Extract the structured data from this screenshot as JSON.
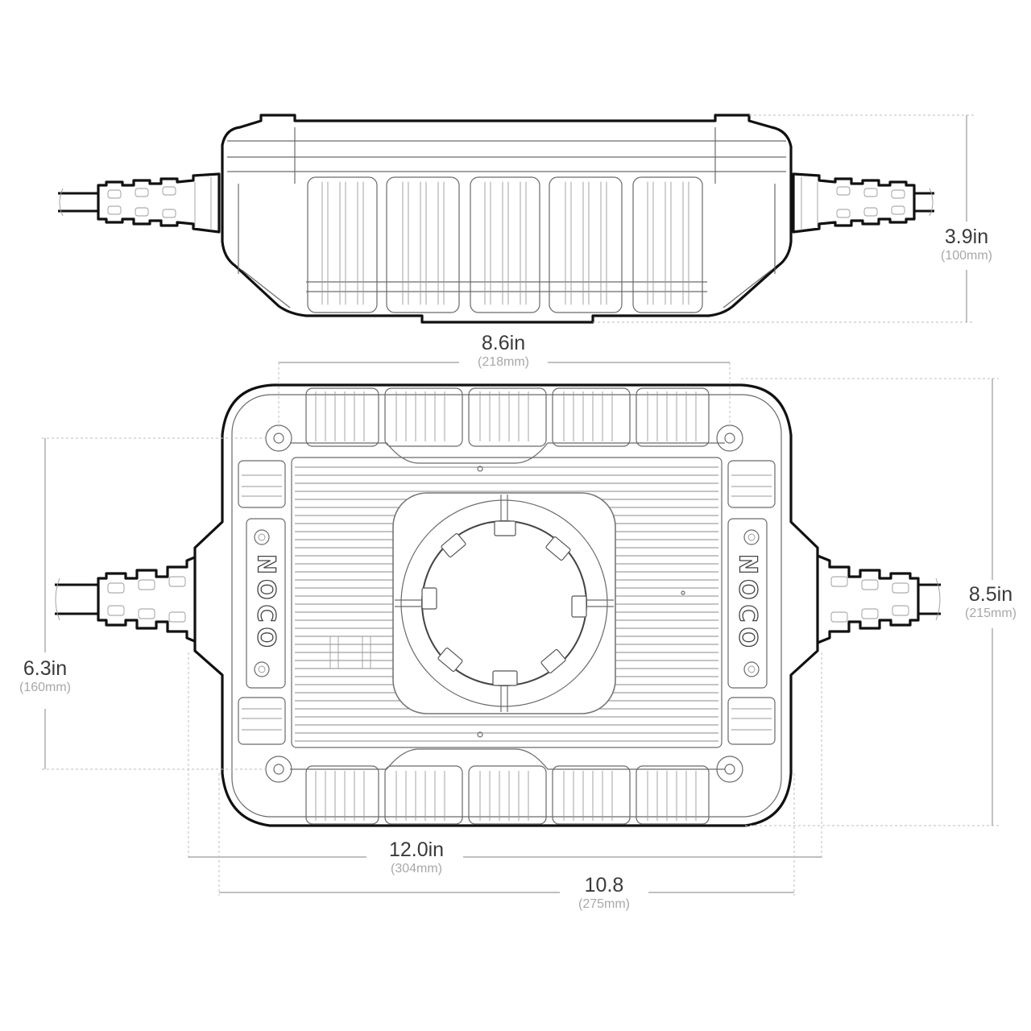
{
  "product": {
    "brand_logo_text": "NOCO",
    "views": [
      "side-view",
      "top-view"
    ]
  },
  "dimensions": {
    "height": {
      "value": "3.9in",
      "metric": "(100mm)"
    },
    "bolt_spacing_width": {
      "value": "8.6in",
      "metric": "(218mm)"
    },
    "bolt_spacing_depth": {
      "value": "6.3in",
      "metric": "(160mm)"
    },
    "depth": {
      "value": "8.5in",
      "metric": "(215mm)"
    },
    "overall_width": {
      "value": "12.0in",
      "metric": "(304mm)"
    },
    "body_width": {
      "value": "10.8",
      "metric": "(275mm)"
    }
  },
  "colors": {
    "outline": "#111111",
    "detail": "#6a6a6a",
    "dimension_line": "#9a9a9a",
    "label_primary": "#3a3a3a",
    "label_secondary": "#a8a8a8",
    "background": "#ffffff"
  }
}
